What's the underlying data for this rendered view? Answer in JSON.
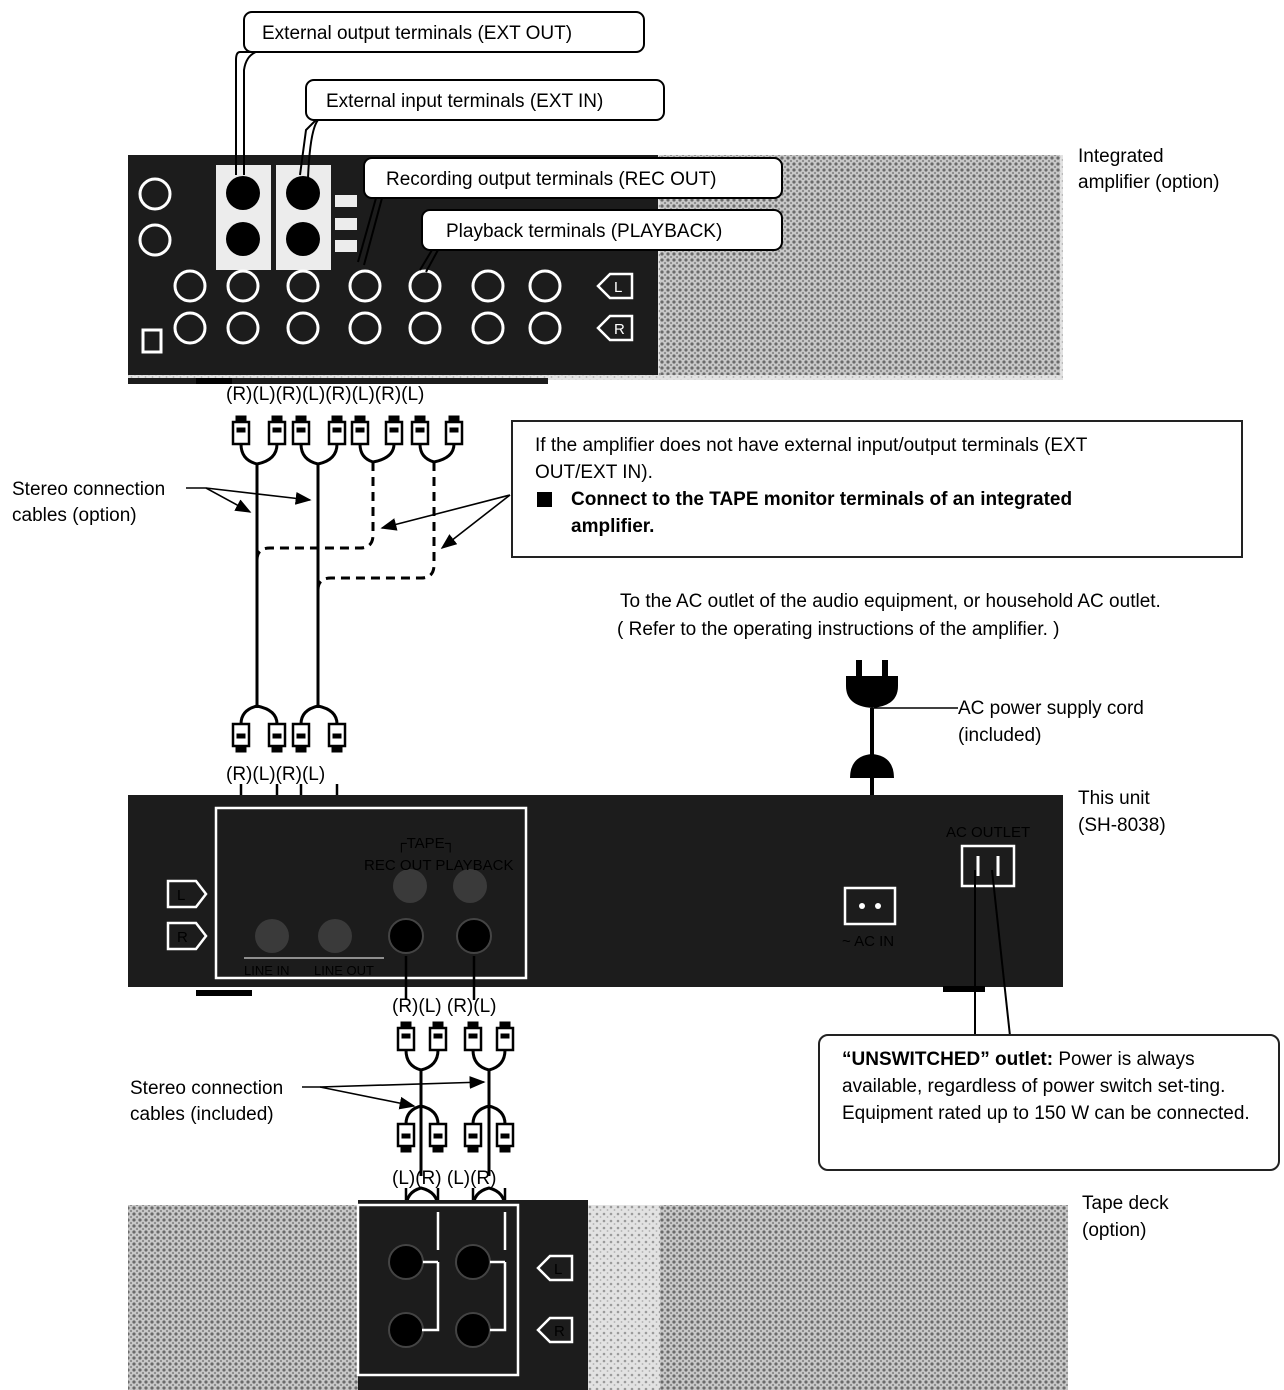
{
  "callouts": {
    "ext_out": "External output terminals (EXT OUT)",
    "ext_in": "External input terminals (EXT IN)",
    "rec_out": "Recording output terminals (REC OUT)",
    "playback": "Playback terminals (PLAYBACK)"
  },
  "devices": {
    "amplifier_line1": "Integrated",
    "amplifier_line2": "amplifier (option)",
    "unit_line1": "This unit",
    "unit_line2": "(SH-8038)",
    "deck_line1": "Tape deck",
    "deck_line2": "(option)"
  },
  "cables": {
    "top_line1": "Stereo connection",
    "top_line2": "cables (option)",
    "bottom_line1": "Stereo connection",
    "bottom_line2": "cables (included)"
  },
  "channel_labels": {
    "amp_row": "(R)(L)(R)(L)(R)(L)(R)(L)",
    "unit_top_row": "(R)(L)(R)(L)",
    "unit_bottom_row": "(R)(L) (R)(L)",
    "deck_row": "(L)(R) (L)(R)"
  },
  "note_main": {
    "line1": "If the amplifier does not have external input/output terminals (EXT",
    "line2": "OUT/EXT IN).",
    "bullet_line1": "Connect to the TAPE monitor terminals of an integrated",
    "bullet_line2": "amplifier."
  },
  "ac": {
    "line1": "To the AC outlet of the audio equipment, or  household AC outlet.",
    "line2": "( Refer to the operating instructions of the amplifier. )",
    "cord_line1": "AC power supply cord",
    "cord_line2": "(included)"
  },
  "unit_panel": {
    "tape": "┌TAPE┐",
    "rec_out_playback": "REC OUT PLAYBACK",
    "line_in": "LINE IN",
    "line_out": "LINE OUT",
    "ac_in": "~ AC IN",
    "ac_outlet": "AC OUTLET",
    "l": "L",
    "r": "R"
  },
  "panel_marks": {
    "l": "L",
    "r": "R"
  },
  "note_unswitched": {
    "bold": "“UNSWITCHED” outlet:",
    "text": " Power is always available, regardless of power switch set-ting. Equipment rated up to 150 W can be connected."
  }
}
